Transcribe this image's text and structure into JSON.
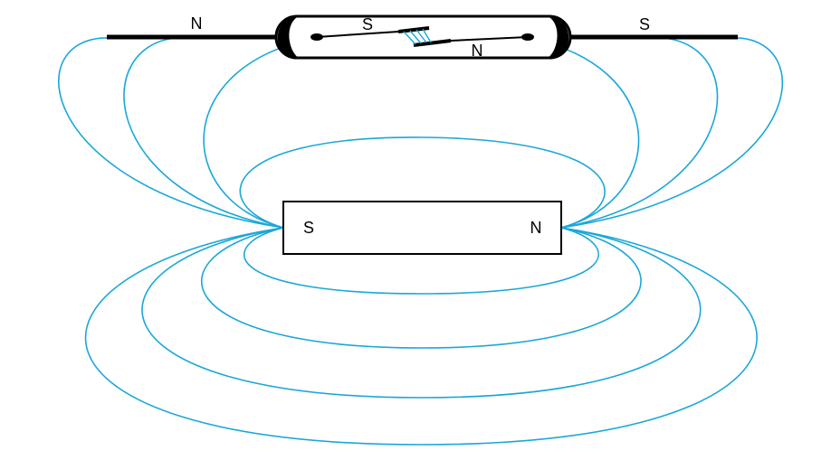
{
  "colors": {
    "field_lines": "#1aa7d9",
    "outline": "#000000",
    "background": "#ffffff"
  },
  "reed_switch": {
    "left_lead_pole": "N",
    "upper_reed_pole": "S",
    "lower_reed_pole": "N",
    "right_lead_pole": "S"
  },
  "magnet": {
    "left_pole": "S",
    "right_pole": "N"
  }
}
